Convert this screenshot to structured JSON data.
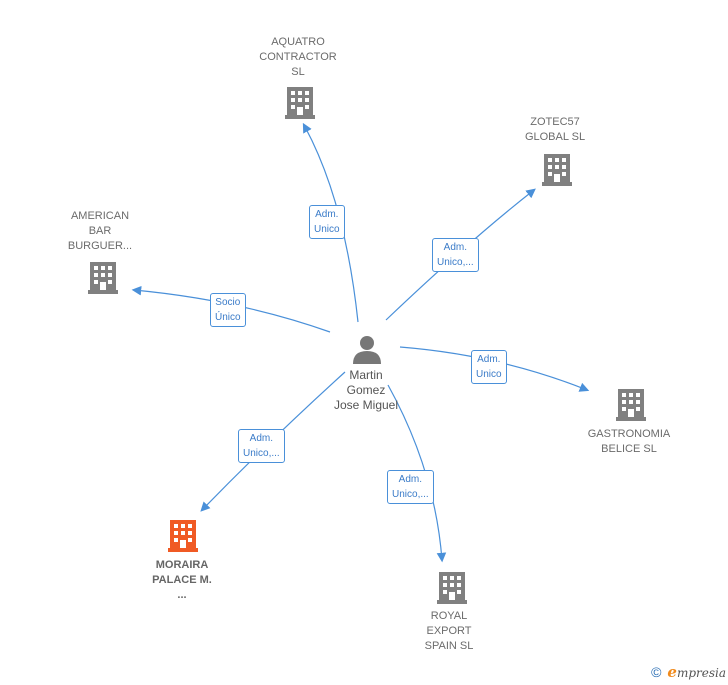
{
  "center": {
    "name": "Martin\nGomez\nJose Miguel"
  },
  "nodes": [
    {
      "id": "aquatro",
      "label": "AQUATRO\nCONTRACTOR\nSL",
      "highlight": false
    },
    {
      "id": "zotec",
      "label": "ZOTEC57\nGLOBAL  SL",
      "highlight": false
    },
    {
      "id": "american",
      "label": "AMERICAN\nBAR\nBURGUER...",
      "highlight": false
    },
    {
      "id": "gastronomia",
      "label": "GASTRONOMIA\nBELICE SL",
      "highlight": false
    },
    {
      "id": "moraira",
      "label": "MORAIRA\nPALACE M.\n...",
      "highlight": true
    },
    {
      "id": "royal",
      "label": "ROYAL\nEXPORT\nSPAIN SL",
      "highlight": false
    }
  ],
  "edges": [
    {
      "to": "aquatro",
      "label": "Adm.\nUnico"
    },
    {
      "to": "zotec",
      "label": "Adm.\nUnico,..."
    },
    {
      "to": "american",
      "label": "Socio\nÚnico"
    },
    {
      "to": "gastronomia",
      "label": "Adm.\nUnico"
    },
    {
      "to": "moraira",
      "label": "Adm.\nUnico,..."
    },
    {
      "to": "royal",
      "label": "Adm.\nUnico,..."
    }
  ],
  "colors": {
    "edge": "#4a90d9",
    "building": "#808080",
    "highlight": "#f05a24",
    "person": "#777777"
  },
  "footer": {
    "copyright": "©",
    "brand_initial": "e",
    "brand_rest": "mpresia"
  }
}
